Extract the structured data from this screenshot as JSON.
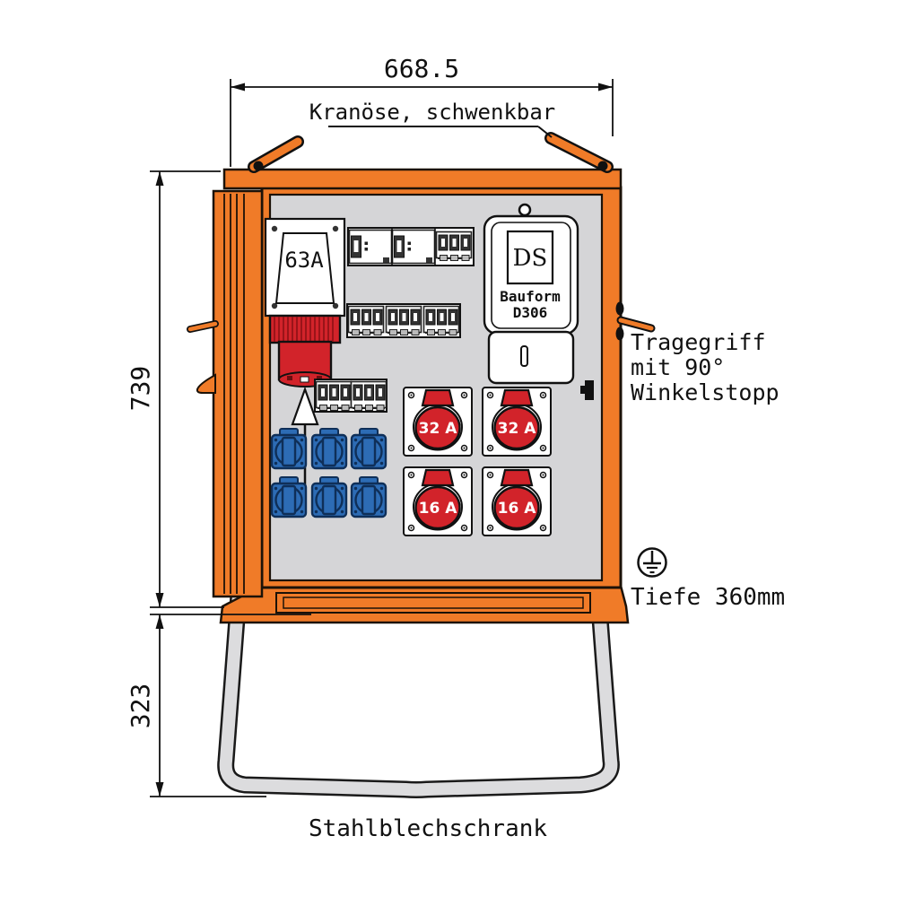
{
  "colors": {
    "orange": "#F07B28",
    "orange_dark": "#C9621C",
    "outline": "#1C1208",
    "ink": "#111111",
    "red": "#D2232A",
    "red_dark": "#8C1115",
    "blue": "#2D6CB5",
    "blue_dark": "#0F2F58",
    "panel_gray": "#D5D5D7",
    "stand_gray": "#DCDCDE",
    "white": "#FFFFFF"
  },
  "dimensions": {
    "width": "668.5",
    "height": "739",
    "stand_height": "323",
    "depth": "Tiefe 360mm"
  },
  "labels": {
    "crane_eye": "Kranöse, schwenkbar",
    "handle_line1": "Tragegriff",
    "handle_line2": "mit 90°",
    "handle_line3": "Winkelstopp",
    "cabinet_type": "Stahlblechschrank"
  },
  "panel": {
    "inlet_label": "63A",
    "meter": {
      "display": "DS",
      "bauform_line1": "Bauform",
      "bauform_line2": "D306"
    },
    "cee_sockets": [
      {
        "label": "32 A"
      },
      {
        "label": "32 A"
      },
      {
        "label": "16 A"
      },
      {
        "label": "16 A"
      }
    ]
  }
}
